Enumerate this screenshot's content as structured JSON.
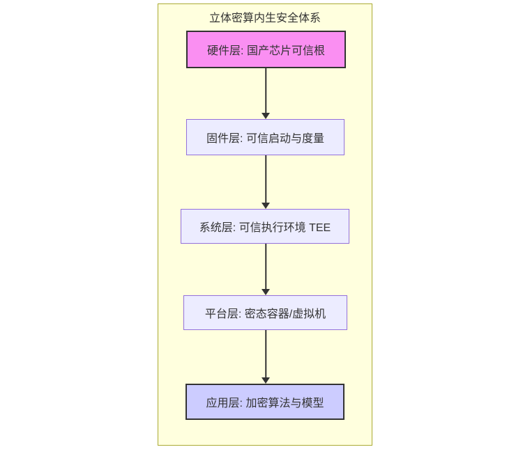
{
  "diagram": {
    "title": "立体密算内生安全体系",
    "type": "flowchart-top-down",
    "nodes": [
      {
        "id": "hardware",
        "label": "硬件层: 国产芯片可信根",
        "fill": "#fa8ff2",
        "border": "#333333"
      },
      {
        "id": "firmware",
        "label": "固件层: 可信启动与度量",
        "fill": "#ececff",
        "border": "#9370db"
      },
      {
        "id": "system",
        "label": "系统层: 可信执行环境 TEE",
        "fill": "#ececff",
        "border": "#9370db"
      },
      {
        "id": "platform",
        "label": "平台层: 密态容器/虚拟机",
        "fill": "#ececff",
        "border": "#9370db"
      },
      {
        "id": "application",
        "label": "应用层: 加密算法与模型",
        "fill": "#ccccff",
        "border": "#333333"
      }
    ],
    "edges": [
      {
        "from": "hardware",
        "to": "firmware"
      },
      {
        "from": "firmware",
        "to": "system"
      },
      {
        "from": "system",
        "to": "platform"
      },
      {
        "from": "platform",
        "to": "application"
      }
    ],
    "colors": {
      "container_fill": "#ffffde",
      "container_border": "#aaaa33",
      "text": "#333333",
      "arrow": "#333333",
      "page_background": "#ffffff"
    }
  }
}
